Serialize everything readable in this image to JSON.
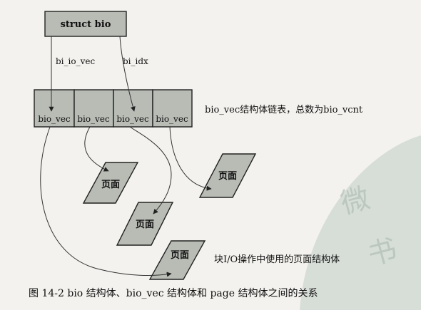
{
  "struct_bio": "struct bio",
  "edge_bi_io_vec": "bi_io_vec",
  "edge_bi_idx": "bi_idx",
  "vec_cells": [
    "bio_vec",
    "bio_vec",
    "bio_vec",
    "bio_vec"
  ],
  "vec_list_label": "bio_vec结构体链表，总数为bio_vcnt",
  "pages": [
    "页面",
    "页面",
    "页面",
    "页面"
  ],
  "page_struct_label": "块I/O操作中使用的页面结构体",
  "caption": "图 14-2    bio 结构体、bio_vec 结构体和 page 结构体之间的关系",
  "colors": {
    "box_fill": "#b8bcb5",
    "background": "#f4f2ee"
  }
}
